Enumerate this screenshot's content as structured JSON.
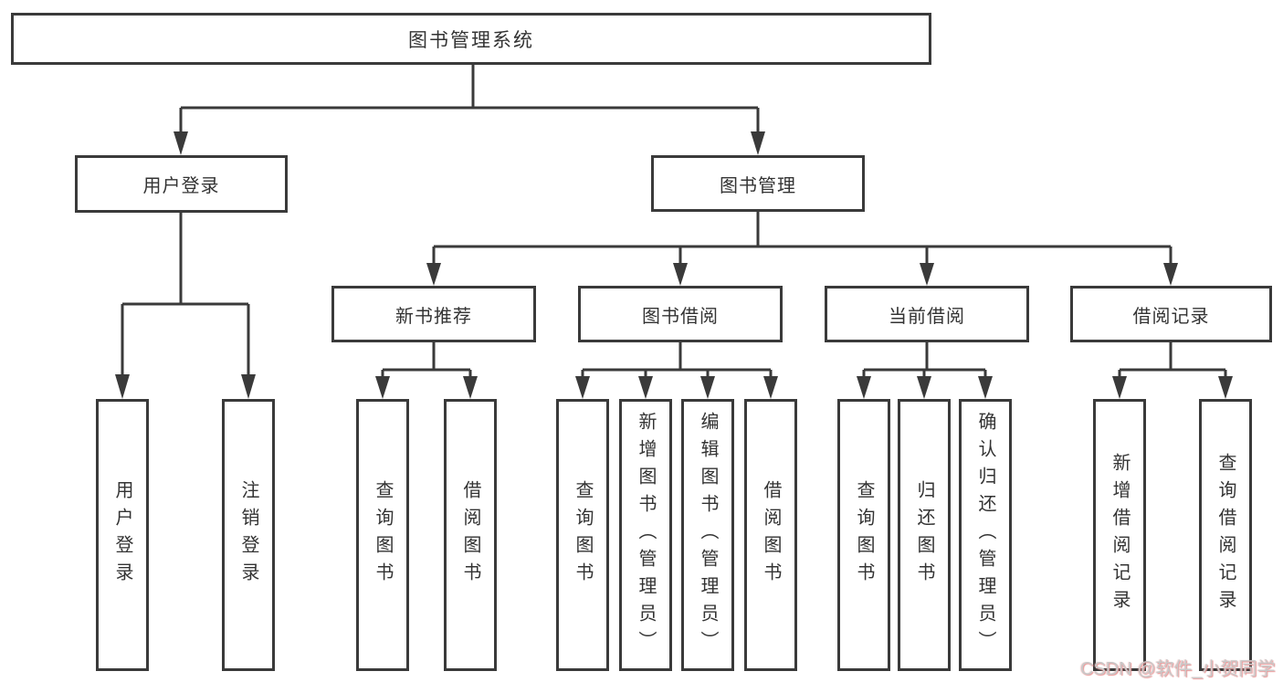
{
  "colors": {
    "line": "#3a3a3a",
    "text": "#333333",
    "box_bg": "#ffffff",
    "watermark_text": "#c9c9c9",
    "watermark_accent": "#e89494"
  },
  "nodes": {
    "root": "图书管理系统",
    "user_login": "用户登录",
    "book_mgmt": "图书管理",
    "new_book_rec": "新书推荐",
    "book_borrow": "图书借阅",
    "current_borrow": "当前借阅",
    "borrow_records": "借阅记录",
    "leaf_user_login": "用户登录",
    "leaf_logout": "注销登录",
    "leaf_nbr_query": "查询图书",
    "leaf_nbr_borrow": "借阅图书",
    "leaf_bb_query": "查询图书",
    "leaf_bb_add": "新增图书（管理员）",
    "leaf_bb_edit": "编辑图书（管理员）",
    "leaf_bb_borrow": "借阅图书",
    "leaf_cb_query": "查询图书",
    "leaf_cb_return": "归还图书",
    "leaf_cb_confirm": "确认归还（管理员）",
    "leaf_br_add": "新增借阅记录",
    "leaf_br_query": "查询借阅记录"
  },
  "watermark": "CSDN @软件_小贺同学"
}
